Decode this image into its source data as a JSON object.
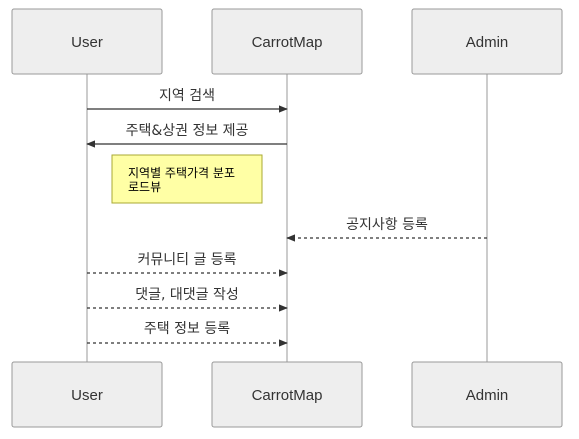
{
  "actors": [
    {
      "id": "user",
      "label": "User"
    },
    {
      "id": "carrotmap",
      "label": "CarrotMap"
    },
    {
      "id": "admin",
      "label": "Admin"
    }
  ],
  "messages": [
    {
      "from": "user",
      "to": "carrotmap",
      "label": "지역 검색",
      "style": "solid"
    },
    {
      "from": "carrotmap",
      "to": "user",
      "label": "주택&상권 정보 제공",
      "style": "solid"
    },
    {
      "from": "admin",
      "to": "carrotmap",
      "label": "공지사항 등록",
      "style": "dashed"
    },
    {
      "from": "user",
      "to": "carrotmap",
      "label": "커뮤니티 글 등록",
      "style": "dashed"
    },
    {
      "from": "user",
      "to": "carrotmap",
      "label": "댓글, 대댓글 작성",
      "style": "dashed"
    },
    {
      "from": "user",
      "to": "carrotmap",
      "label": "주택 정보 등록",
      "style": "dashed"
    }
  ],
  "note": {
    "lines": [
      "지역별 주택가격 분포",
      "로드뷰"
    ]
  },
  "colors": {
    "actor_fill": "#eeeeee",
    "actor_border": "#999999",
    "note_fill": "#ffffa5",
    "note_border": "#aaaa33",
    "line": "#333333"
  }
}
